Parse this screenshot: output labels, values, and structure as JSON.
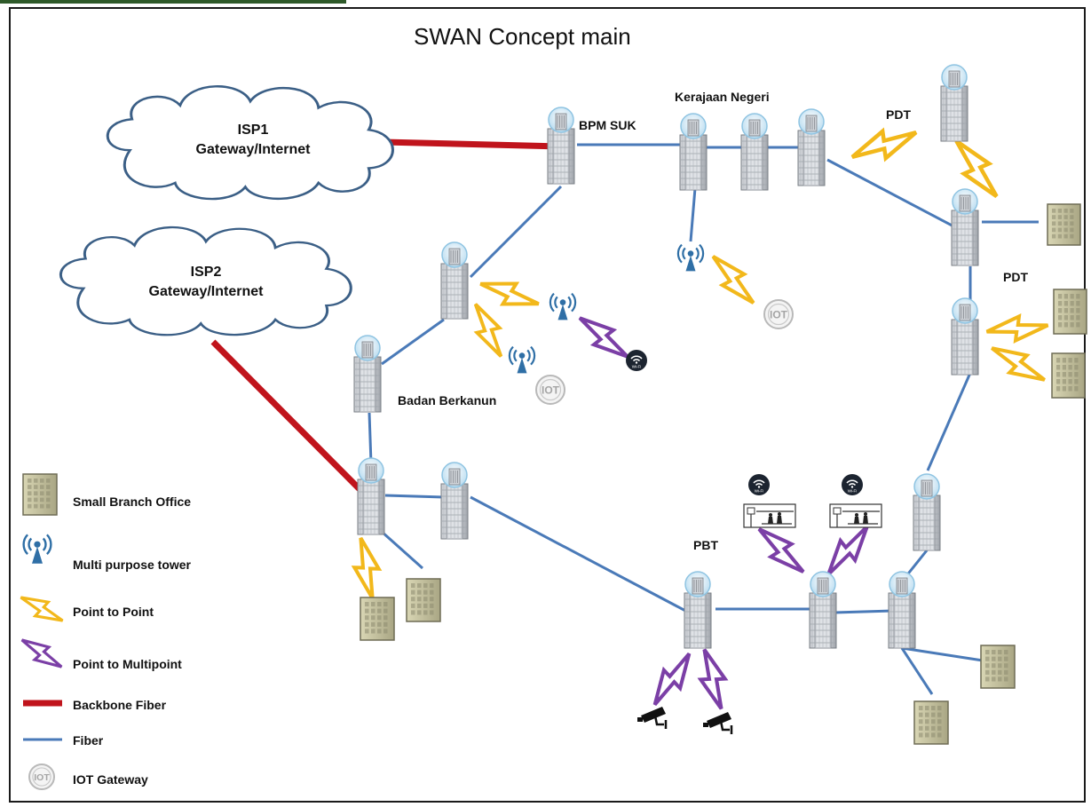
{
  "title": "SWAN Concept main",
  "clouds": [
    {
      "id": "isp1",
      "name": "ISP1",
      "sub": "Gateway/Internet"
    },
    {
      "id": "isp2",
      "name": "ISP2",
      "sub": "Gateway/Internet"
    }
  ],
  "site_labels": {
    "bpm_suk": "BPM SUK",
    "kerajaan_negeri": "Kerajaan Negeri",
    "pdt_top": "PDT",
    "pdt_right": "PDT",
    "badan_berkanun": "Badan Berkanun",
    "pbt": "PBT"
  },
  "legend": {
    "small_branch_office": "Small Branch Office",
    "multi_purpose_tower": "Multi purpose tower",
    "point_to_point": "Point to Point",
    "point_to_multipoint": "Point to Multipoint",
    "backbone_fiber": "Backbone Fiber",
    "fiber": "Fiber",
    "iot_gateway": "IOT Gateway"
  },
  "icon_texts": {
    "wifi": "Wi-Fi",
    "iot": "IOT"
  },
  "colors": {
    "backbone_fiber": "#c0141c",
    "fiber": "#4a7ab8",
    "point_to_point": "#f2b81b",
    "point_to_multipoint": "#7b3fa6",
    "tower": "#2f6fa6",
    "cloud_stroke": "#3b5f86"
  }
}
